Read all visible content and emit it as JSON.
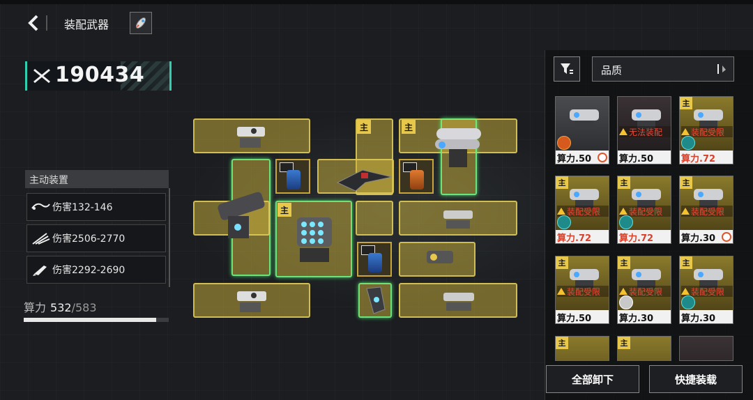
{
  "header": {
    "title": "装配武器"
  },
  "power": {
    "value": "190434"
  },
  "active": {
    "heading": "主动装置",
    "stats": [
      {
        "label": "伤害132-146"
      },
      {
        "label": "伤害2506-2770"
      },
      {
        "label": "伤害2292-2690"
      }
    ]
  },
  "compute": {
    "label": "算力",
    "current": "532",
    "max": "/583",
    "fraction": 0.9125
  },
  "board": {
    "badge": "主"
  },
  "inventory": {
    "sort_label": "品质",
    "cards": [
      {
        "cost": "算力.50",
        "warning": "",
        "cost_red": false
      },
      {
        "cost": "算力.50",
        "warning": "无法装配",
        "cost_red": false
      },
      {
        "cost": "算力.72",
        "warning": "装配受限",
        "cost_red": true
      },
      {
        "cost": "算力.72",
        "warning": "装配受限",
        "cost_red": true
      },
      {
        "cost": "算力.72",
        "warning": "装配受限",
        "cost_red": true
      },
      {
        "cost": "算力.30",
        "warning": "装配受限",
        "cost_red": false
      },
      {
        "cost": "算力.50",
        "warning": "装配受限",
        "cost_red": false
      },
      {
        "cost": "算力.30",
        "warning": "装配受限",
        "cost_red": false
      },
      {
        "cost": "算力.30",
        "warning": "装配受限",
        "cost_red": false
      }
    ]
  },
  "buttons": {
    "unequip_all": "全部卸下",
    "quick_equip": "快捷装载"
  }
}
